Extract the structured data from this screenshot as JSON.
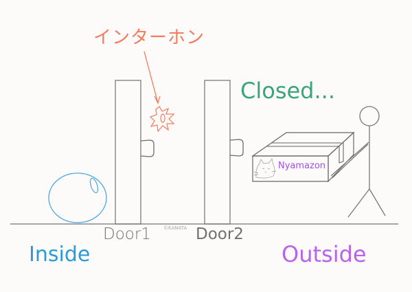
{
  "scene": {
    "background": "#fcfbfa",
    "line_color": "#7a7a7a",
    "intercom": {
      "label": "インターホン",
      "color": "#f47a5c",
      "icon": "starburst-sound-icon"
    },
    "status": {
      "label": "Closed...",
      "color": "#3aa47a"
    },
    "doors": [
      {
        "label": "Door1"
      },
      {
        "label": "Door2"
      }
    ],
    "copyright": "©KANATA",
    "regions": {
      "inside": {
        "label": "Inside",
        "color": "#2b9bd8"
      },
      "outside": {
        "label": "Outside",
        "color": "#b963e6"
      }
    },
    "package": {
      "brand": "Nyamazon",
      "brand_color": "#a64de8",
      "icon": "cat-logo-icon"
    },
    "robot_ball": {
      "color": "#4aa8e0",
      "icon": "ball-robot-icon"
    },
    "delivery_person": {
      "icon": "stick-figure-icon"
    }
  }
}
